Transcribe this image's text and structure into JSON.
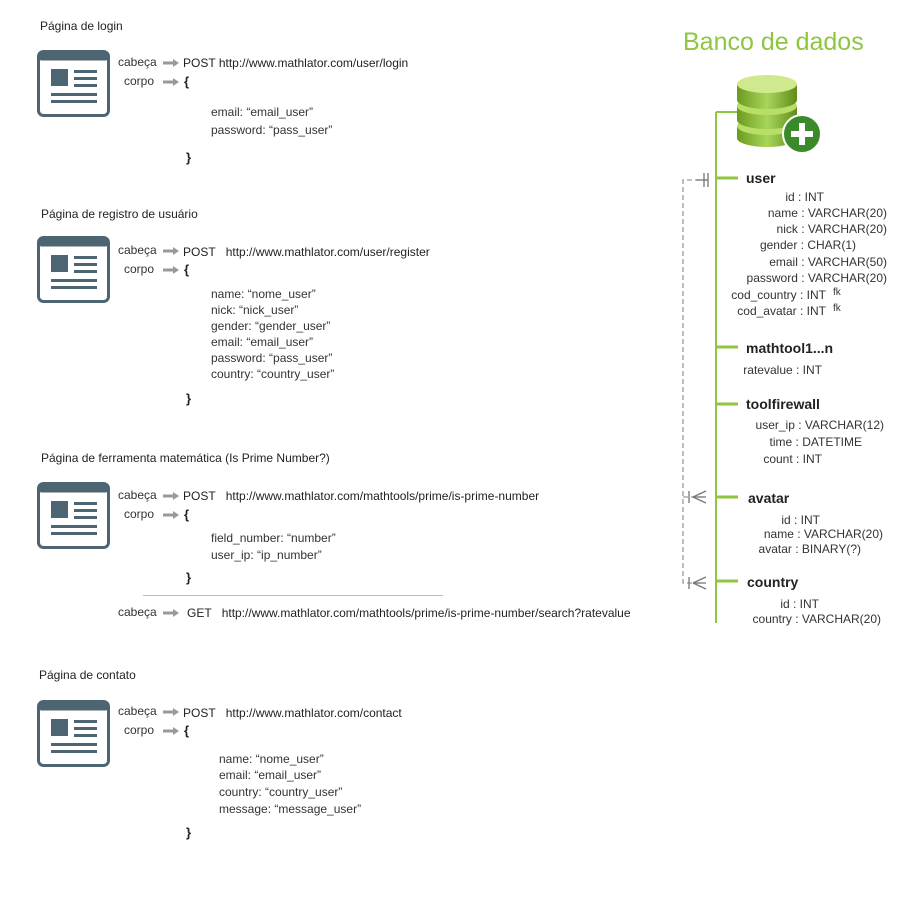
{
  "sections": [
    {
      "title": "Página de login",
      "requests": [
        {
          "head_label": "cabeça",
          "body_label": "corpo",
          "method": "POST",
          "url": "http://www.mathlator.com/user/login",
          "open_brace": "{",
          "close_brace": "}",
          "fields": [
            "email: “email_user”",
            "password: “pass_user”"
          ]
        }
      ]
    },
    {
      "title": "Página de registro de usuário",
      "requests": [
        {
          "head_label": "cabeça",
          "body_label": "corpo",
          "method": "POST",
          "url": "http://www.mathlator.com/user/register",
          "open_brace": "{",
          "close_brace": "}",
          "fields": [
            "name: “nome_user”",
            "nick: “nick_user”",
            "gender: “gender_user”",
            "email: “email_user”",
            "password: “pass_user”",
            "country: “country_user”"
          ]
        }
      ]
    },
    {
      "title": "Página de ferramenta matemática (Is Prime Number?)",
      "requests": [
        {
          "head_label": "cabeça",
          "body_label": "corpo",
          "method": "POST",
          "url": "http://www.mathlator.com/mathtools/prime/is-prime-number",
          "open_brace": "{",
          "close_brace": "}",
          "fields": [
            "field_number: “number”",
            "user_ip: “ip_number”"
          ]
        },
        {
          "head_label": "cabeça",
          "method": "GET",
          "url": "http://www.mathlator.com/mathtools/prime/is-prime-number/search?ratevalue"
        }
      ]
    },
    {
      "title": "Página de contato",
      "requests": [
        {
          "head_label": "cabeça",
          "body_label": "corpo",
          "method": "POST",
          "url": "http://www.mathlator.com/contact",
          "open_brace": "{",
          "close_brace": "}",
          "fields": [
            "name: “nome_user”",
            "email: “email_user”",
            "country: “country_user”",
            "message: “message_user”"
          ]
        }
      ]
    }
  ],
  "database": {
    "title": "Banco de dados",
    "colors": {
      "accent": "#8dc63f",
      "icon": "#4d6472"
    },
    "entities": [
      {
        "name": "user",
        "attributes": [
          {
            "text": "id : INT"
          },
          {
            "text": "name : VARCHAR(20)"
          },
          {
            "text": "nick : VARCHAR(20)"
          },
          {
            "text": "gender : CHAR(1)"
          },
          {
            "text": "email : VARCHAR(50)"
          },
          {
            "text": "password : VARCHAR(20)"
          },
          {
            "text": "cod_country : INT",
            "fk": "fk"
          },
          {
            "text": "cod_avatar : INT",
            "fk": "fk"
          }
        ]
      },
      {
        "name": "mathtool1...n",
        "attributes": [
          {
            "text": "ratevalue : INT"
          }
        ]
      },
      {
        "name": "toolfirewall",
        "attributes": [
          {
            "text": "user_ip : VARCHAR(12)"
          },
          {
            "text": "time : DATETIME"
          },
          {
            "text": "count : INT"
          }
        ]
      },
      {
        "name": "avatar",
        "attributes": [
          {
            "text": "id : INT"
          },
          {
            "text": "name : VARCHAR(20)"
          },
          {
            "text": "avatar : BINARY(?)"
          }
        ]
      },
      {
        "name": "country",
        "attributes": [
          {
            "text": "id : INT"
          },
          {
            "text": "country : VARCHAR(20)"
          }
        ]
      }
    ]
  }
}
